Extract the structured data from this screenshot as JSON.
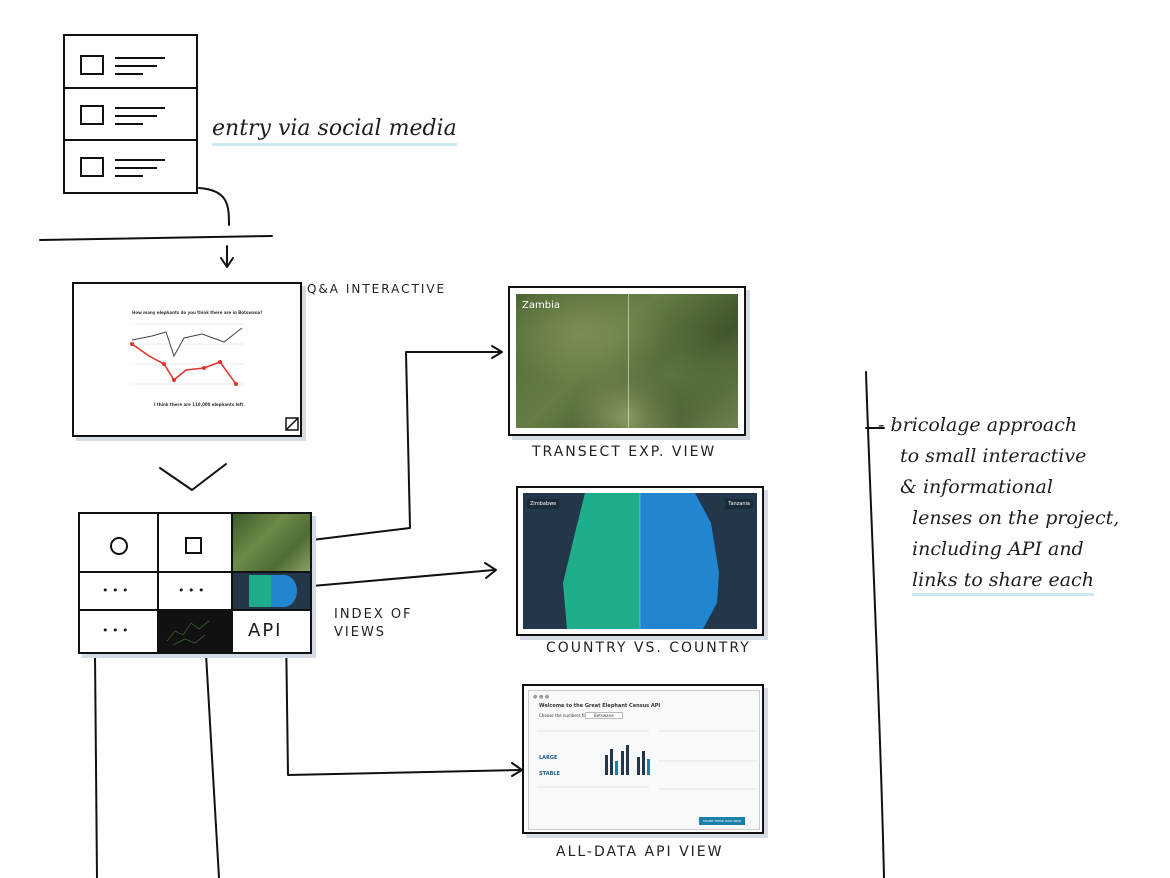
{
  "annotations": {
    "social_media": "entry via social media",
    "qa": "Q&A INTERACTIVE",
    "index": [
      "INDEX OF",
      "VIEWS"
    ],
    "transect": "TRANSECT EXP. VIEW",
    "country": "COUNTRY VS. COUNTRY",
    "api_view": "ALL-DATA API VIEW",
    "bricolage": [
      "- bricolage approach",
      "to small interactive",
      "& informational",
      "lenses on the project,",
      "including API and",
      "links to share each"
    ]
  },
  "qa_card": {
    "question": "How many elephants do you think there are in Botswana?",
    "answer": "I think there are 110,000 elephants left."
  },
  "transect_card": {
    "country_label": "Zambia"
  },
  "country_card": {
    "left_country": "Zimbabwe",
    "right_country": "Tanzania"
  },
  "index_grid": {
    "api_label": "API",
    "dots": "• • •"
  },
  "api_card": {
    "title": "Welcome to the Great Elephant Census API",
    "country_select_label": "Choose the numbers for",
    "country_select_value": "Botswana",
    "size_label": "LARGE",
    "trend_label": "STABLE",
    "button_label": "SHARE THESE DATA NOW"
  },
  "colors": {
    "teal": "#1fae8c",
    "blue": "#2185cf",
    "navy": "#23364a",
    "highlight": "#cde8f0",
    "red": "#e0312d"
  }
}
